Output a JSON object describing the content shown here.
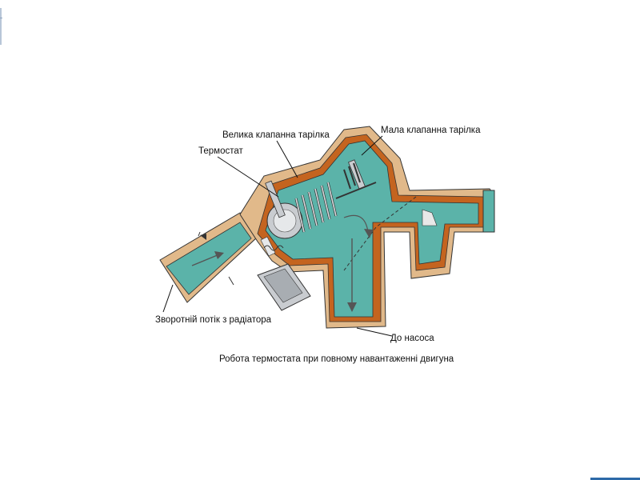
{
  "labels": {
    "large_valve_plate": "Велика клапанна тарілка",
    "small_valve_plate": "Мала клапанна тарілка",
    "thermostat": "Термостат",
    "return_flow": "Зворотній потік з радіатора",
    "to_pump": "До насоса"
  },
  "caption": "Робота термостата при повному навантаженні двигуна",
  "colors": {
    "coolant": "#5bb3a9",
    "housing_copper": "#c4641f",
    "housing_tan": "#e1b98a",
    "valve_gray": "#c9ccd0"
  }
}
